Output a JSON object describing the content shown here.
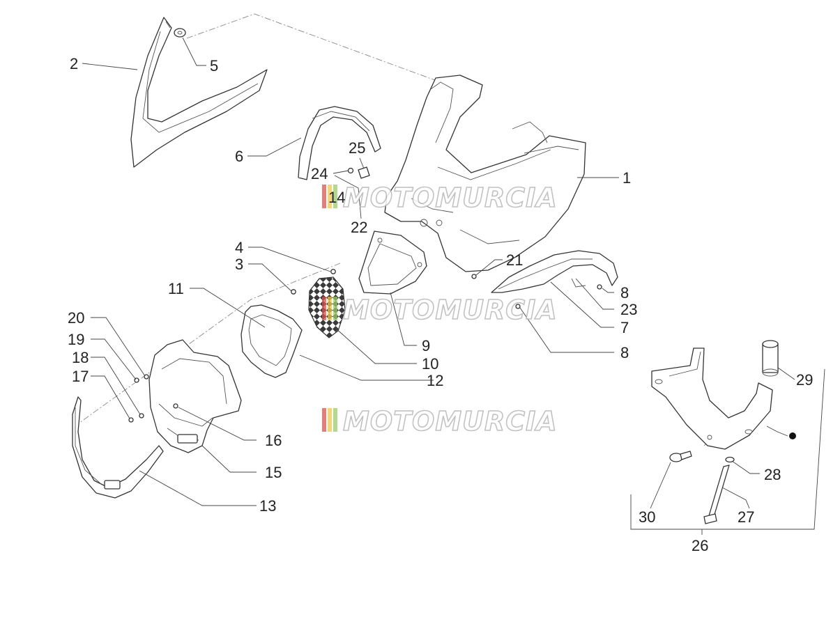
{
  "diagram": {
    "colors": {
      "line": "#333333",
      "label": "#222222",
      "watermark_outline": "#b8b8b8",
      "flag_red": "#d9534f",
      "flag_yellow": "#f0c84a",
      "flag_green": "#9ccc65"
    },
    "watermark": {
      "text": "MOTOMURCIA"
    },
    "callouts": [
      {
        "id": "1",
        "label": "1"
      },
      {
        "id": "2",
        "label": "2"
      },
      {
        "id": "3",
        "label": "3"
      },
      {
        "id": "4",
        "label": "4"
      },
      {
        "id": "5",
        "label": "5"
      },
      {
        "id": "6",
        "label": "6"
      },
      {
        "id": "7",
        "label": "7"
      },
      {
        "id": "8a",
        "label": "8"
      },
      {
        "id": "8b",
        "label": "8"
      },
      {
        "id": "9",
        "label": "9"
      },
      {
        "id": "10",
        "label": "10"
      },
      {
        "id": "11",
        "label": "11"
      },
      {
        "id": "12",
        "label": "12"
      },
      {
        "id": "13",
        "label": "13"
      },
      {
        "id": "14",
        "label": "14"
      },
      {
        "id": "15",
        "label": "15"
      },
      {
        "id": "16",
        "label": "16"
      },
      {
        "id": "17",
        "label": "17"
      },
      {
        "id": "18",
        "label": "18"
      },
      {
        "id": "19",
        "label": "19"
      },
      {
        "id": "20",
        "label": "20"
      },
      {
        "id": "21",
        "label": "21"
      },
      {
        "id": "22",
        "label": "22"
      },
      {
        "id": "23",
        "label": "23"
      },
      {
        "id": "24",
        "label": "24"
      },
      {
        "id": "25",
        "label": "25"
      },
      {
        "id": "26",
        "label": "26"
      },
      {
        "id": "27",
        "label": "27"
      },
      {
        "id": "28",
        "label": "28"
      },
      {
        "id": "29",
        "label": "29"
      },
      {
        "id": "30",
        "label": "30"
      }
    ]
  }
}
